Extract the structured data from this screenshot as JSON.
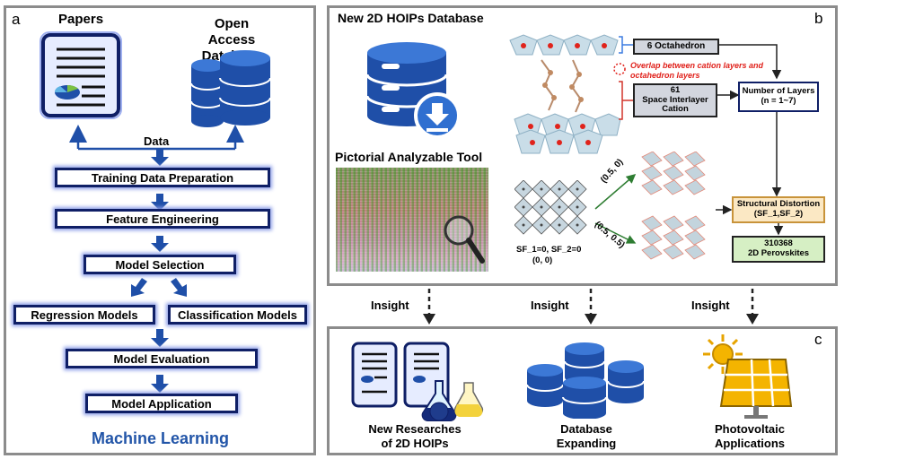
{
  "panel_a": {
    "tag": "a",
    "papers_label": "Papers",
    "open_access_label": "Open Access Database",
    "data_label": "Data",
    "steps": {
      "training": "Training Data Preparation",
      "feature": "Feature Engineering",
      "model_selection": "Model Selection",
      "regression": "Regression Models",
      "classification": "Classification Models",
      "evaluation": "Model Evaluation",
      "application": "Model Application"
    },
    "footer": "Machine Learning"
  },
  "panel_b": {
    "tag": "b",
    "title": "New 2D HOIPs Database",
    "tool_label": "Pictorial Analyzable Tool",
    "octahedron_box": "6 Octahedron",
    "overlap_note": "Overlap between cation layers and octahedron layers",
    "cation_box_num": "61",
    "cation_box_text": "Space Interlayer Cation",
    "layers_box_title": "Number of Layers",
    "layers_box_range": "(n = 1~7)",
    "sf_label_line1": "SF_1=0,  SF_2=0",
    "sf_label_line2": "(0,  0)",
    "branch_upper": "(0.5, 0)",
    "branch_lower": "(0.5, 0.5)",
    "distortion_title": "Structural Distortion",
    "distortion_params": "(SF_1,SF_2)",
    "result_count": "310368",
    "result_label": "2D Perovskites"
  },
  "insight_label": "Insight",
  "panel_c": {
    "tag": "c",
    "items": [
      {
        "line1": "New Researches",
        "line2": "of 2D HOIPs"
      },
      {
        "line1": "Database",
        "line2": "Expanding"
      },
      {
        "line1": "Photovoltaic",
        "line2": "Applications"
      }
    ]
  },
  "colors": {
    "navy": "#0f1f66",
    "db_blue": "#1f4fa8",
    "glow": "#8fa0e8",
    "accent_text": "#2255a8",
    "red_note": "#e0201a",
    "gray_box": "#d3d6de",
    "yellow_box": "#fbe8c4",
    "green_box": "#d6efc4"
  }
}
